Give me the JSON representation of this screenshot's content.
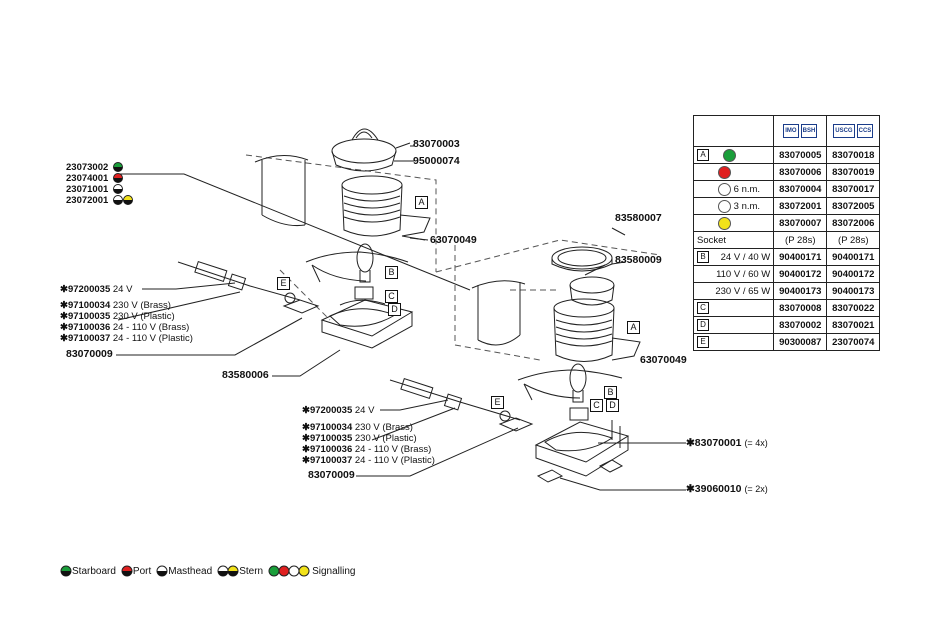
{
  "top_lamp": {
    "cap_code": "83070003",
    "lens_code": "95000074",
    "screen_codes": [
      "23073002",
      "23074001",
      "23071001",
      "23072001"
    ],
    "bracket_code": "63070049",
    "holder_24v_code": "✱97200035",
    "holder_24v_text": "24 V",
    "holder_codes": [
      {
        "code": "✱97100034",
        "text": "230 V (Brass)"
      },
      {
        "code": "✱97100035",
        "text": "230 V (Plastic)"
      },
      {
        "code": "✱97100036",
        "text": "24 - 110 V (Brass)"
      },
      {
        "code": "✱97100037",
        "text": "24 - 110 V (Plastic)"
      }
    ],
    "socket_code": "83070009",
    "base_code": "83580006"
  },
  "bottom_lamp": {
    "ring_code": "83580007",
    "cover_code": "83580009",
    "bracket_code": "63070049",
    "holder_24v_code": "✱97200035",
    "holder_24v_text": "24 V",
    "holder_codes": [
      {
        "code": "✱97100034",
        "text": "230 V (Brass)"
      },
      {
        "code": "✱97100035",
        "text": "230 V (Plastic)"
      },
      {
        "code": "✱97100036",
        "text": "24 - 110 V (Brass)"
      },
      {
        "code": "✱97100037",
        "text": "24 - 110 V (Plastic)"
      }
    ],
    "socket_code": "83070009",
    "screw_code": "✱83070001",
    "screw_qty": "(= 4x)",
    "pad_code": "✱39060010",
    "pad_qty": "(= 2x)"
  },
  "callouts": {
    "A": "A",
    "B": "B",
    "C": "C",
    "D": "D",
    "E": "E"
  },
  "table": {
    "headers": {
      "left": [
        "IMO",
        "BSH"
      ],
      "right": [
        "USCG",
        "CCS"
      ]
    },
    "rows_a": [
      {
        "color": "#1a9e3a",
        "desc": "",
        "left": "83070005",
        "right": "83070018"
      },
      {
        "color": "#e02020",
        "desc": "",
        "left": "83070006",
        "right": "83070019"
      },
      {
        "color": "#ffffff",
        "desc": "6 n.m.",
        "left": "83070004",
        "right": "83070017"
      },
      {
        "color": "#ffffff",
        "desc": "3 n.m.",
        "left": "83072001",
        "right": "83072005"
      },
      {
        "color": "#f2e21a",
        "desc": "",
        "left": "83070007",
        "right": "83072006"
      }
    ],
    "socket_label": "Socket",
    "socket_left": "(P 28s)",
    "socket_right": "(P 28s)",
    "rows_b": [
      {
        "desc": "24 V / 40 W",
        "left": "90400171",
        "right": "90400171"
      },
      {
        "desc": "110 V / 60 W",
        "left": "90400172",
        "right": "90400172"
      },
      {
        "desc": "230 V / 65 W",
        "left": "90400173",
        "right": "90400173"
      }
    ],
    "row_c": {
      "left": "83070008",
      "right": "83070022"
    },
    "row_d": {
      "left": "83070002",
      "right": "83070021"
    },
    "row_e": {
      "left": "90300087",
      "right": "23070074"
    }
  },
  "legend": {
    "starboard": "Starboard",
    "port": "Port",
    "masthead": "Masthead",
    "stern": "Stern",
    "signalling": "Signalling",
    "colors": {
      "green": "#1a9e3a",
      "red": "#e02020",
      "yellow": "#f2e21a"
    }
  }
}
